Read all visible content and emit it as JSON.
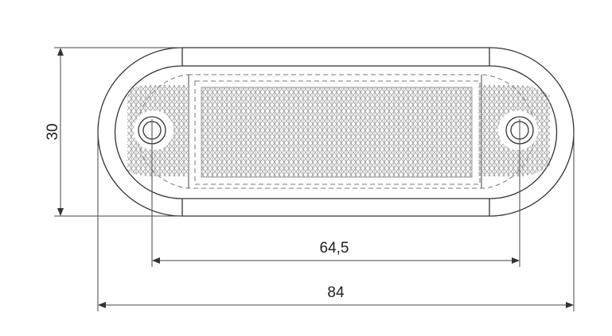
{
  "dimensions": {
    "height": "30",
    "hole_spacing": "64,5",
    "overall_length": "84"
  },
  "colors": {
    "line": "#333333",
    "hatch": "#9a9a9a"
  }
}
